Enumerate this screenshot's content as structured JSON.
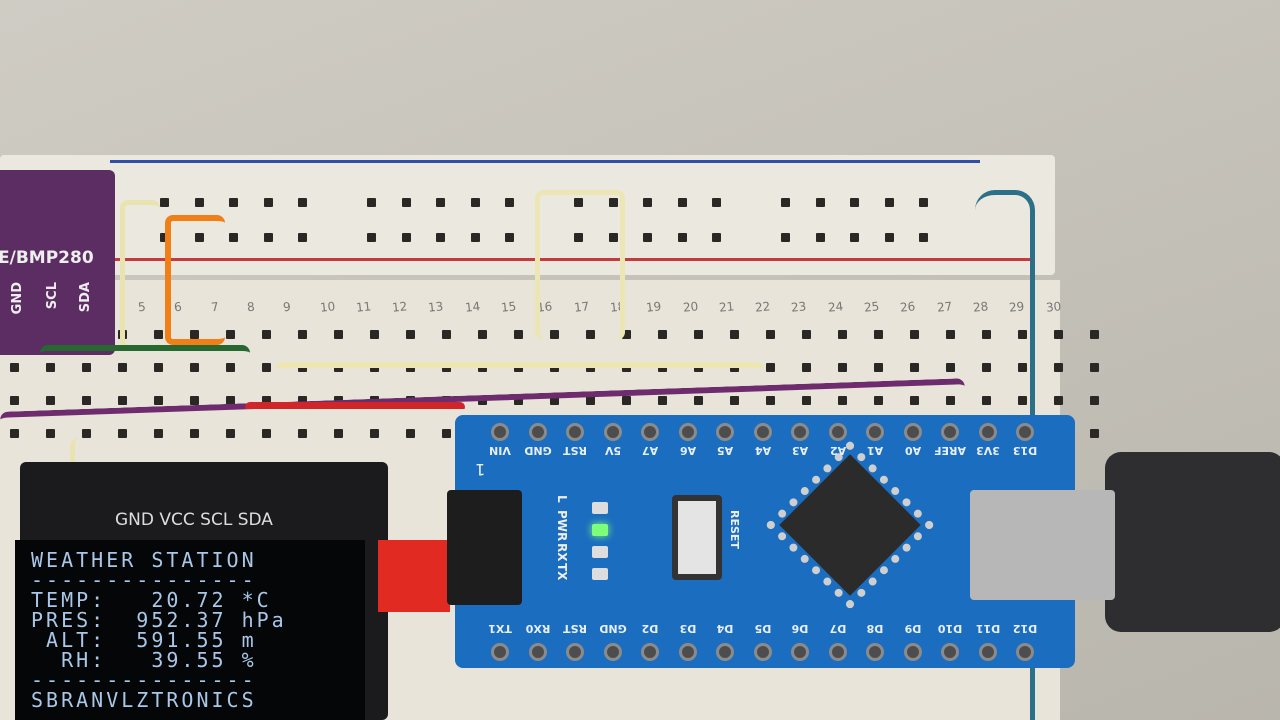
{
  "bmp_module": {
    "label": "E/BMP280",
    "pins": [
      "GND",
      "SCL",
      "SDA"
    ]
  },
  "breadboard": {
    "column_numbers": [
      "5",
      "6",
      "7",
      "8",
      "9",
      "10",
      "11",
      "12",
      "13",
      "14",
      "15",
      "16",
      "17",
      "18",
      "19",
      "20",
      "21",
      "22",
      "23",
      "24",
      "25",
      "26",
      "27",
      "28",
      "29",
      "30"
    ]
  },
  "oled": {
    "pin_labels": "GND VCC SCL SDA",
    "lines": [
      "WEATHER STATION",
      "---------------",
      "TEMP:   20.72 *C",
      "PRES:  952.37 hPa",
      " ALT:  591.55 m",
      "  RH:   39.55 %",
      "---------------",
      "SBRANVLZTRONICS"
    ]
  },
  "nano": {
    "top_pins": [
      "VIN",
      "GND",
      "RST",
      "5V",
      "A7",
      "A6",
      "A5",
      "A4",
      "A3",
      "A2",
      "A1",
      "A0",
      "AREF",
      "3V3",
      "D13"
    ],
    "bottom_pins": [
      "TX1",
      "RX0",
      "RST",
      "GND",
      "D2",
      "D3",
      "D4",
      "D5",
      "D6",
      "D7",
      "D8",
      "D9",
      "D10",
      "D11",
      "D12"
    ],
    "led_labels": [
      "L",
      "PWR",
      "RX",
      "TX"
    ],
    "reset_label": "RESET",
    "header_label": "1",
    "pwr_led_color": "#7dff7a"
  }
}
